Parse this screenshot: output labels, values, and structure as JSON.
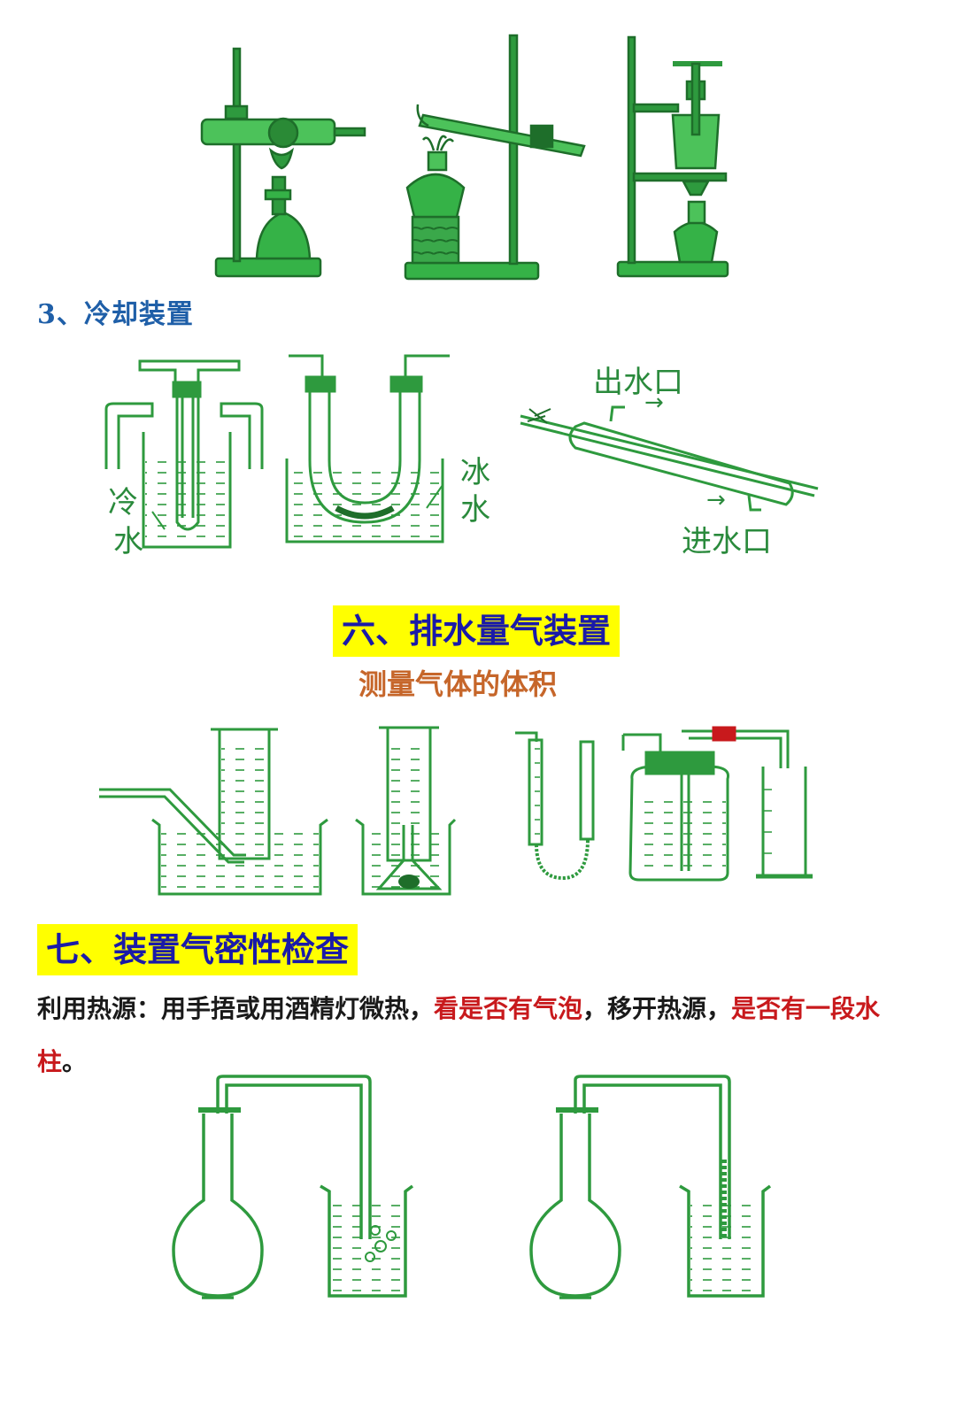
{
  "sections": {
    "cooling_title": "3、冷却装置",
    "gas_measure_title": "六、排水量气装置",
    "gas_measure_subtitle": "测量气体的体积",
    "airtight_title": "七、装置气密性检查",
    "airtight_text": {
      "part1": "利用热源：用手捂或用酒精灯微热，",
      "part2_red": "看是否有气泡",
      "part3": "，移开热源，",
      "part4_red": "是否有一段水柱",
      "part5": "。"
    }
  },
  "labels": {
    "cold_water_1": "冷",
    "cold_water_2": "水",
    "ice_water_1": "冰",
    "ice_water_2": "水",
    "water_outlet": "出水口",
    "water_inlet": "进水口",
    "arrow": "→"
  },
  "colors": {
    "apparatus_green": "#2e9a3e",
    "fill_green": "#35b247",
    "highlight_yellow": "#ffff00",
    "title_blue": "#1a1aa8",
    "accent_red": "#c8191c",
    "subtitle_orange": "#c6662a"
  }
}
